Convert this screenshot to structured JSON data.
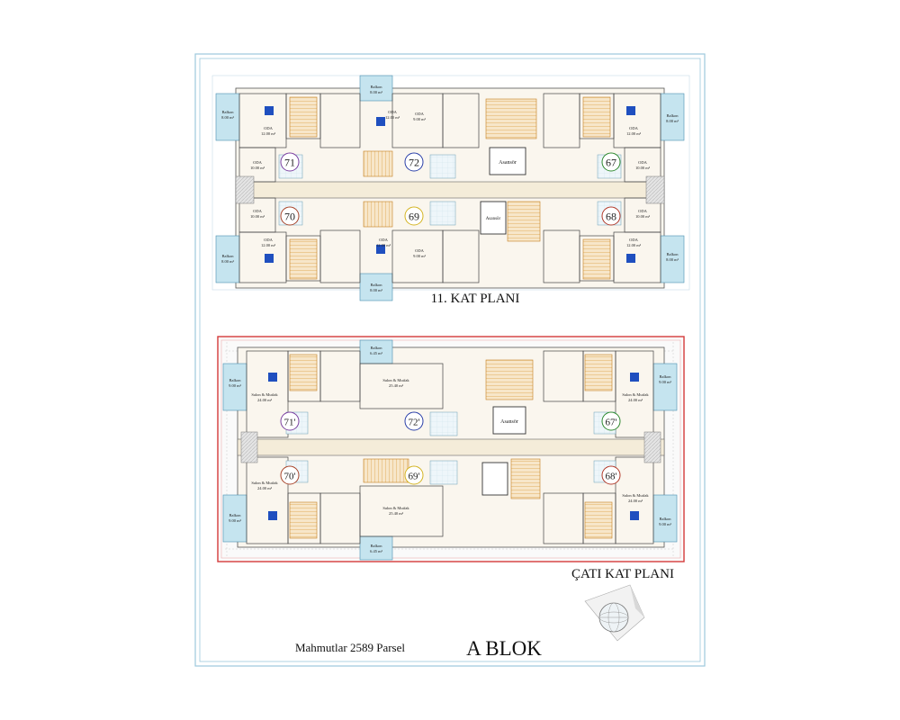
{
  "sheet": {
    "floor_title": "11. KAT PLANI",
    "roof_title": "ÇATI KAT PLANI",
    "parcel": "Mahmutlar 2589 Parsel",
    "block": "A BLOK"
  },
  "colors": {
    "frame": "#9cc9dd",
    "wall": "#3a3a3a",
    "floor_beige": "#efe3c8",
    "stair_orange": "#e8a23a",
    "balcony": "#c5e4ef",
    "roof_border": "#d43a3a",
    "icon_blue": "#1f4fbf"
  },
  "floor_plan": {
    "rooms": {
      "balkon": "Balkon",
      "balkon_area": "8.00 m²",
      "oda": "ODA",
      "oda_area_12": "12.00 m²",
      "oda_area_10": "10.00 m²",
      "oda_area_9": "9.00 m²",
      "asansor": "Asansör"
    },
    "units": [
      {
        "no": "71",
        "color": "#7b3fa0"
      },
      {
        "no": "72",
        "color": "#2a3fa8"
      },
      {
        "no": "67",
        "color": "#2f8a2f"
      },
      {
        "no": "70",
        "color": "#a8442a"
      },
      {
        "no": "69",
        "color": "#d4b422"
      },
      {
        "no": "68",
        "color": "#b23a2a"
      }
    ]
  },
  "roof_plan": {
    "rooms": {
      "balkon": "Balkon",
      "balkon_area_9": "9.00 m²",
      "balkon_area_645": "6.45 m²",
      "salon": "Salon & Mutfak",
      "salon_area_24": "24.00 m²",
      "salon_area_2540": "25.40 m²",
      "asansor": "Asansör"
    },
    "units": [
      {
        "no": "71'",
        "color": "#7b3fa0"
      },
      {
        "no": "72'",
        "color": "#2a3fa8"
      },
      {
        "no": "67'",
        "color": "#2f8a2f"
      },
      {
        "no": "70'",
        "color": "#a8442a"
      },
      {
        "no": "69'",
        "color": "#d4b422"
      },
      {
        "no": "68'",
        "color": "#b23a2a"
      }
    ]
  }
}
